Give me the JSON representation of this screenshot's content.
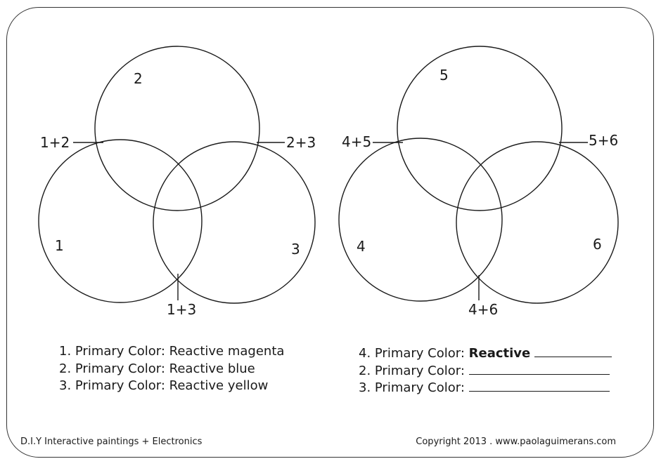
{
  "left_diagram": {
    "circle_labels": [
      "2",
      "1",
      "3"
    ],
    "overlap_labels": [
      "1+2",
      "2+3",
      "1+3"
    ]
  },
  "right_diagram": {
    "circle_labels": [
      "5",
      "4",
      "6"
    ],
    "overlap_labels": [
      "4+5",
      "5+6",
      "4+6"
    ]
  },
  "legend_left": [
    {
      "prefix": "1. Primary Color: ",
      "value": "Reactive magenta"
    },
    {
      "prefix": "2. Primary Color: ",
      "value": "Reactive blue"
    },
    {
      "prefix": "3. Primary Color: ",
      "value": "Reactive yellow"
    }
  ],
  "legend_right": [
    {
      "prefix": "4. Primary Color: ",
      "value": "Reactive"
    },
    {
      "prefix": "2. Primary Color: ",
      "value": ""
    },
    {
      "prefix": "3. Primary Color: ",
      "value": ""
    }
  ],
  "footer": {
    "left": "D.I.Y Interactive paintings + Electronics",
    "right": "Copyright 2013 . www.paolaguimerans.com"
  },
  "colors": {
    "line": "#1a1a1a",
    "frame": "#333333",
    "background": "#ffffff"
  }
}
